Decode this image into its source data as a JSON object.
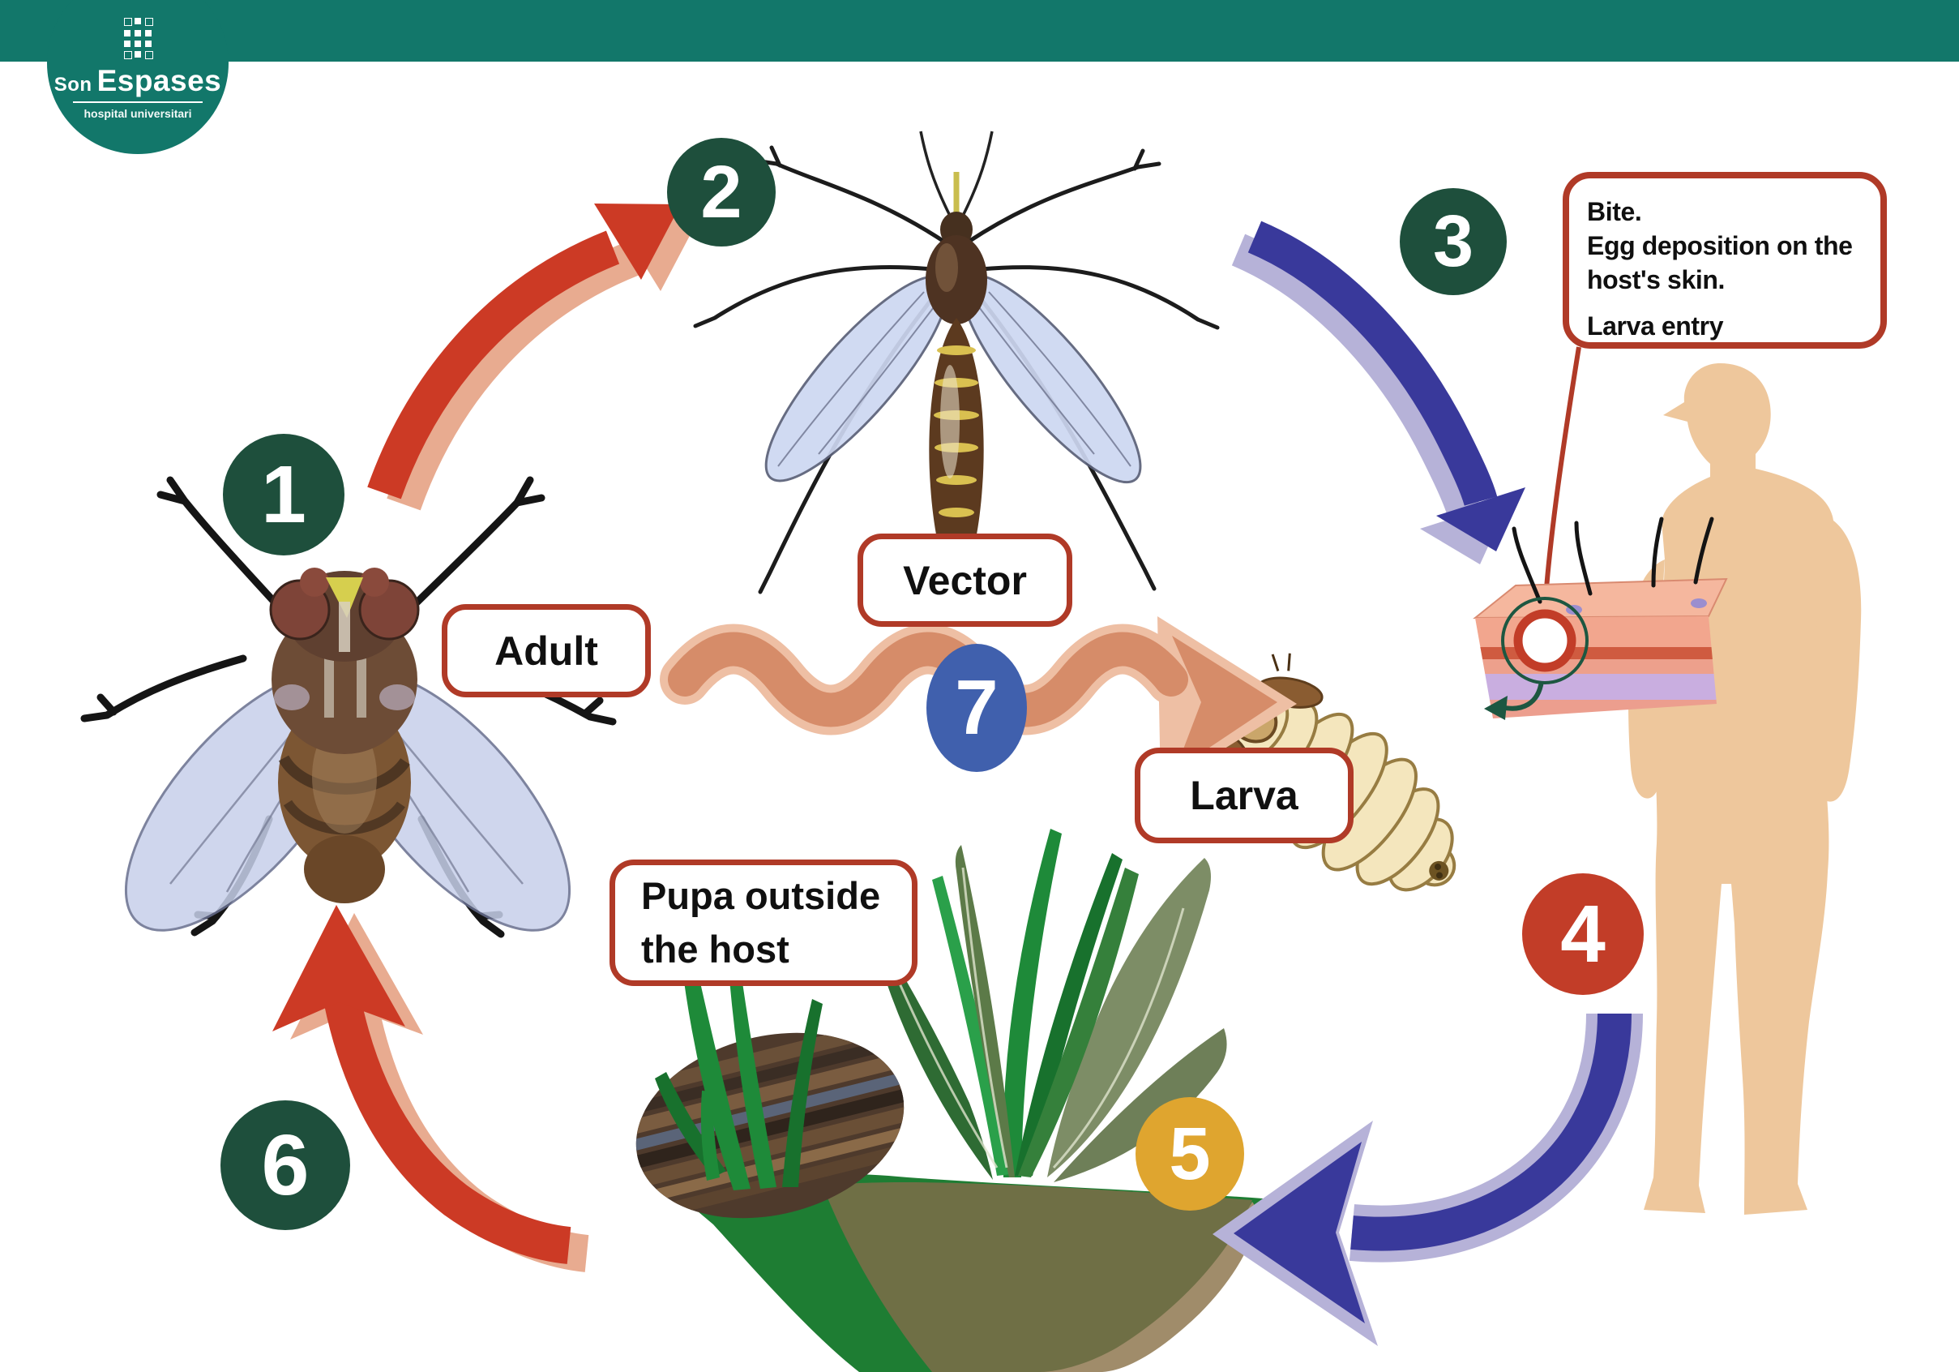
{
  "header": {
    "logo": {
      "title": "Son Espases",
      "title_prefix": "Son",
      "title_main": "Espases",
      "subtitle": "hospital universitari"
    }
  },
  "badges": [
    "1",
    "2",
    "3",
    "4",
    "5",
    "6",
    "7"
  ],
  "labels": {
    "adult": "Adult",
    "vector": "Vector",
    "larva": "Larva",
    "pupa_line1": "Pupa outside",
    "pupa_line2": "the host"
  },
  "callout": {
    "lines": [
      "Bite.",
      "Egg deposition on the",
      "host's skin.",
      "Larva entry"
    ]
  },
  "illustrations": {
    "stage1": "adult-fly",
    "stage2": "mosquito-vector",
    "stage3": "human-host-with-skin-section",
    "stage4": "larva",
    "stage5": "pupa-on-ground-with-plants"
  },
  "colors": {
    "top_bar_teal": "#12776a",
    "badge_dark_green": "#1e4f3c",
    "badge_red": "#c23d28",
    "badge_yellow": "#dfa52f",
    "badge_blue": "#4060ad",
    "arrow_red": "#cc3a25",
    "arrow_salmon": "#e8ab90",
    "arrow_blue": "#39399b",
    "arrow_lavender": "#b6b2d8",
    "wavy_arrow": "#d68c69",
    "wavy_arrow_light": "#eebfa4",
    "box_border_red": "#b03a27",
    "human_skin": "#eec79c",
    "larva_cream": "#f4e6bd",
    "ground_green": "#1e7d33",
    "ground_olive": "#6f6f45"
  }
}
